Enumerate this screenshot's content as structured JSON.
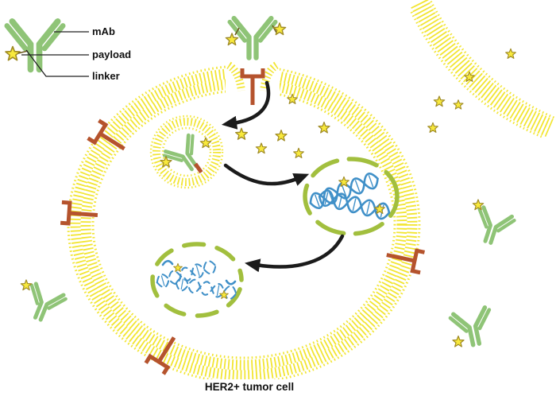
{
  "legend": {
    "mab": "mAb",
    "payload": "payload",
    "linker": "linker"
  },
  "cell": {
    "label": "HER2+ tumor cell"
  },
  "colors": {
    "membrane": "#f2e531",
    "antibody": "#8fc477",
    "receptor": "#b5532d",
    "star_fill": "#f8e93c",
    "star_stroke": "#9f8b26",
    "dna": "#4090c8",
    "compartment": "#a2bf3e",
    "arrow": "#1b1b1b",
    "text": "#111111"
  }
}
